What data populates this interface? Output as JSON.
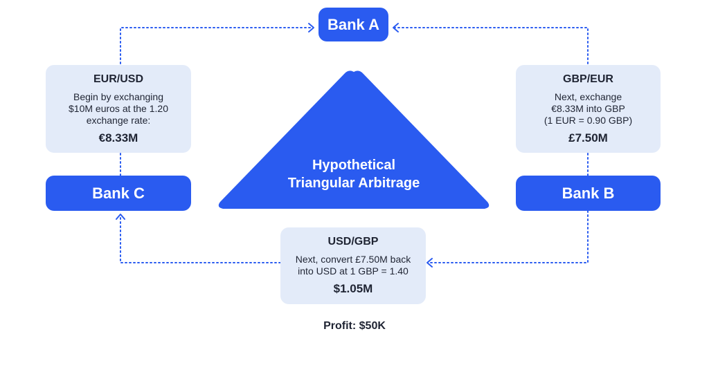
{
  "banks": {
    "a": "Bank A",
    "b": "Bank B",
    "c": "Bank C"
  },
  "center": {
    "line1": "Hypothetical",
    "line2": "Triangular Arbitrage"
  },
  "steps": {
    "eur_usd": {
      "pair": "EUR/USD",
      "description": "Begin by exchanging\n$10M euros at the 1.20\nexchange rate:",
      "amount": "€8.33M"
    },
    "gbp_eur": {
      "pair": "GBP/EUR",
      "description": "Next, exchange\n€8.33M into GBP\n(1 EUR = 0.90 GBP)",
      "amount": "£7.50M"
    },
    "usd_gbp": {
      "pair": "USD/GBP",
      "description": "Next, convert £7.50M back\ninto USD at 1 GBP = 1.40",
      "amount": "$1.05M"
    }
  },
  "profit": "Profit: $50K",
  "colors": {
    "primary_blue": "#2a5bf0",
    "card_fill": "#e3ebf9",
    "connector": "#2a5bf0"
  }
}
